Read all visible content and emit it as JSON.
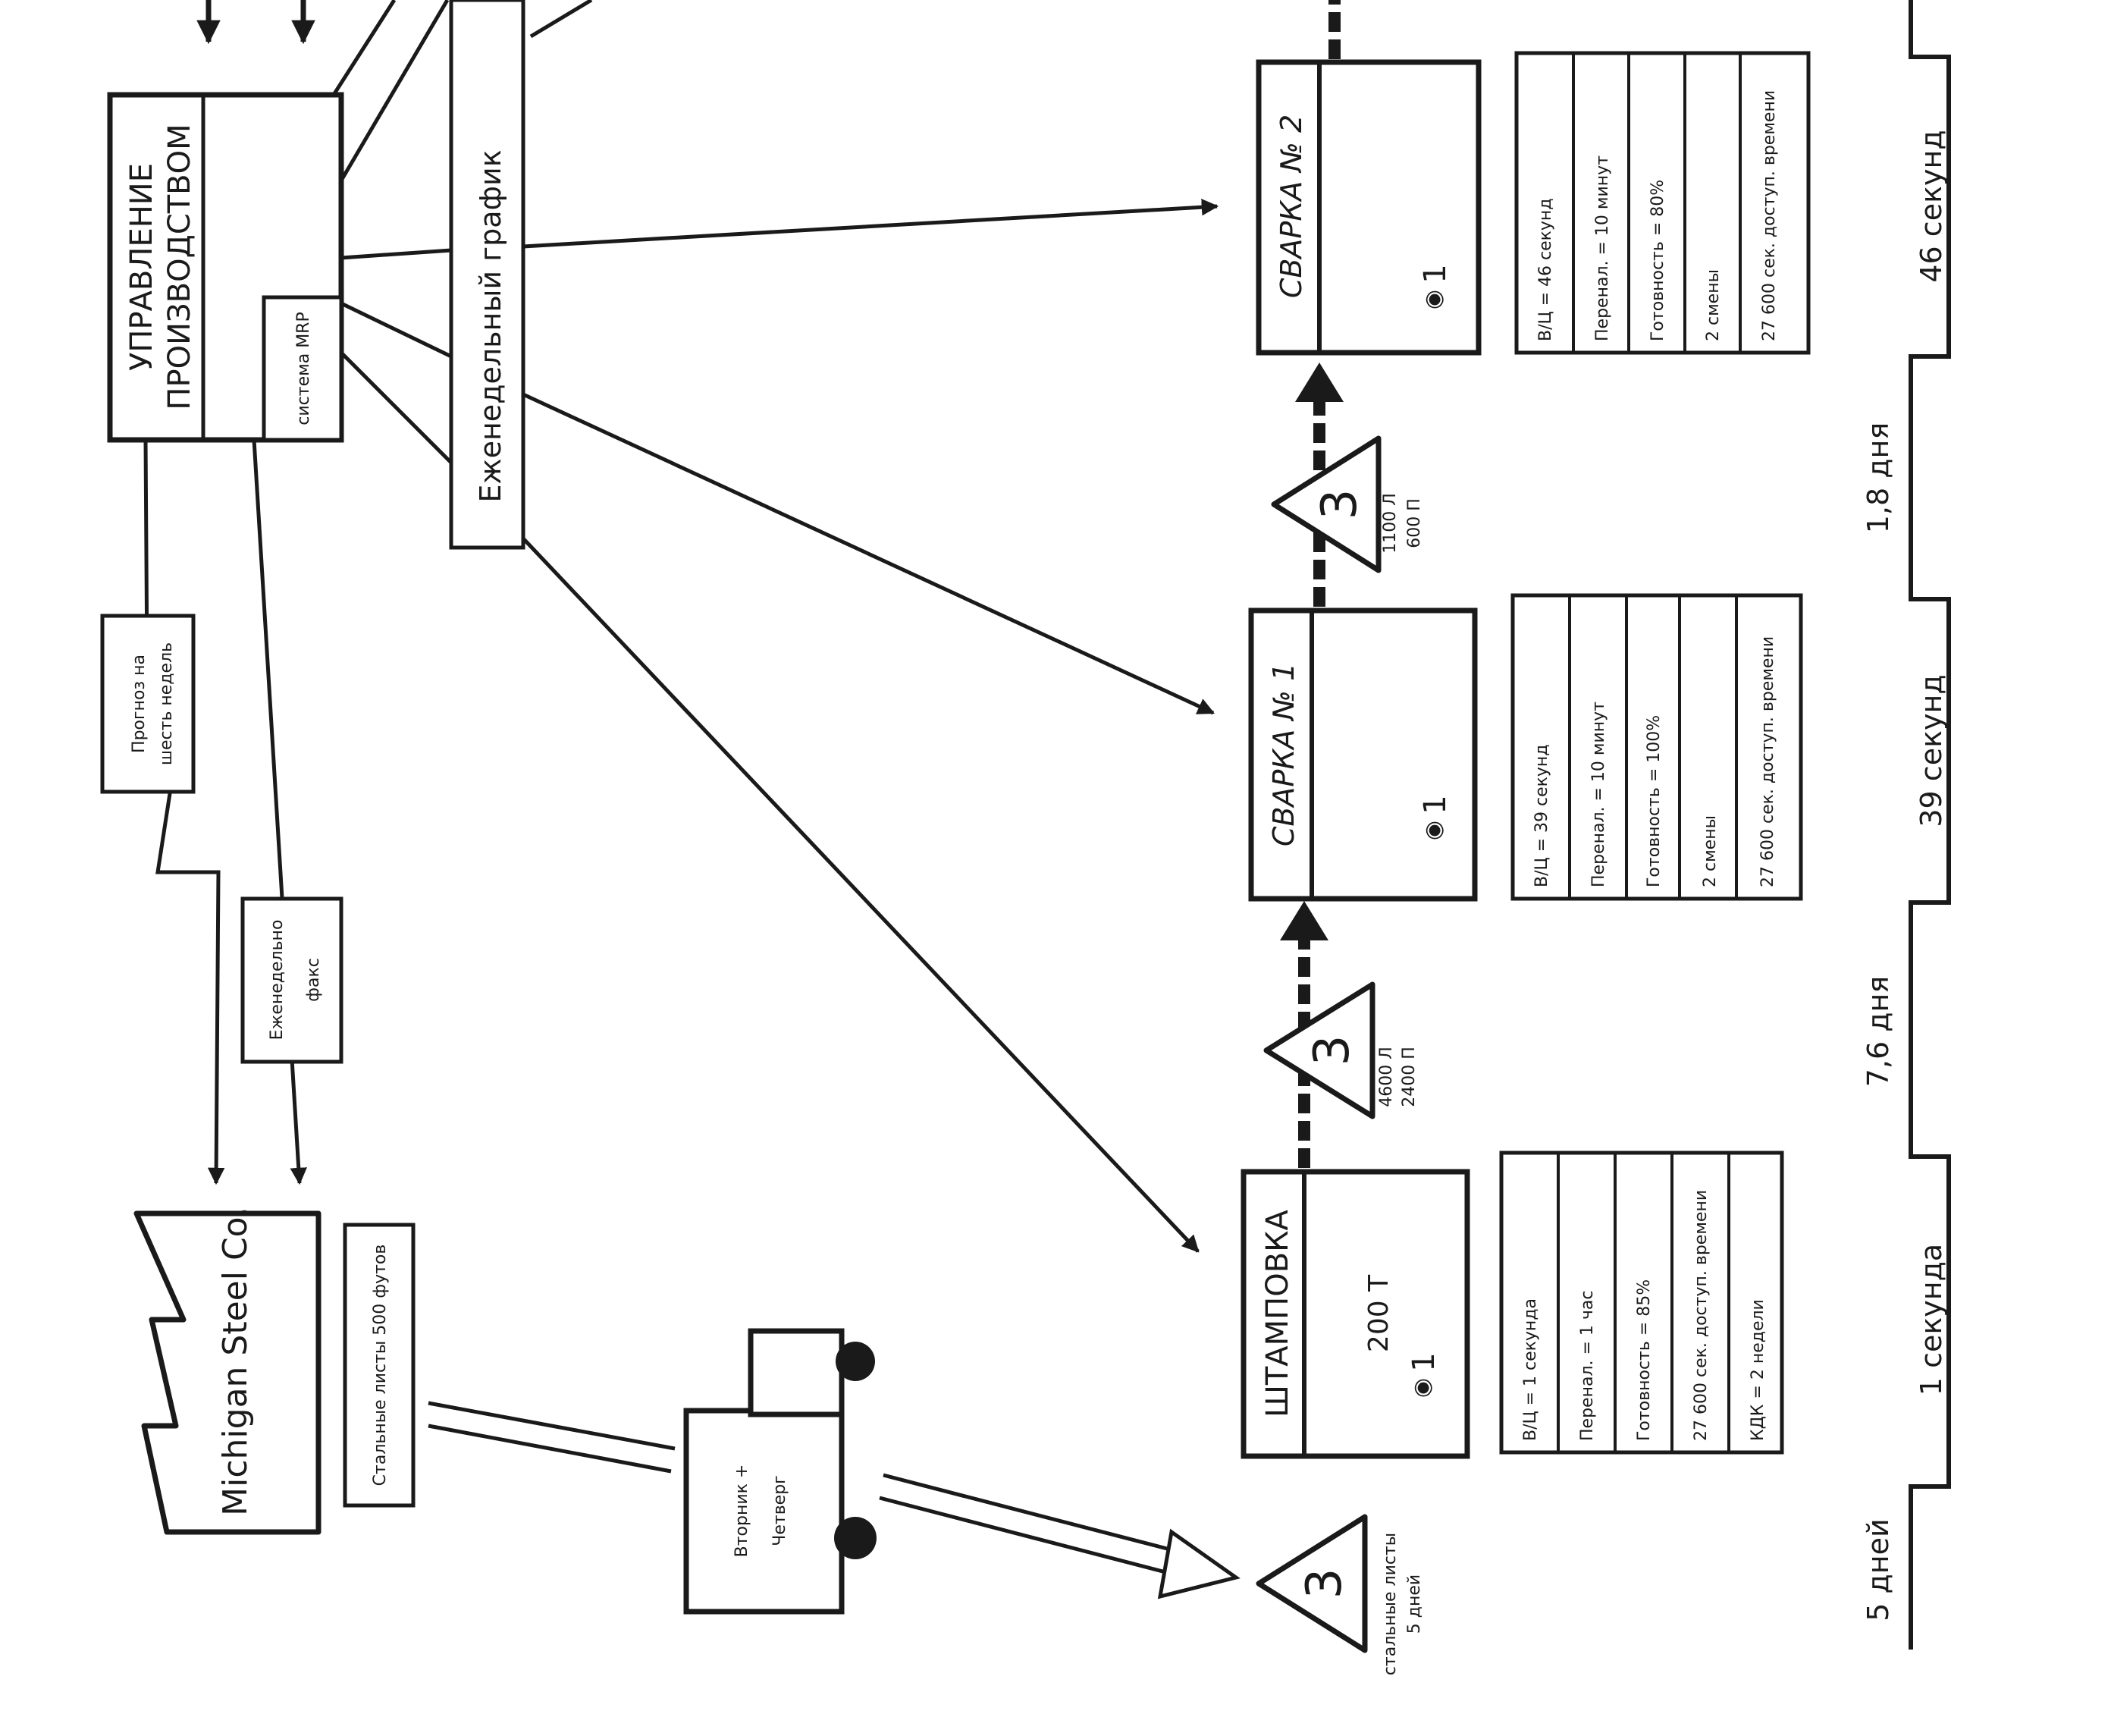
{
  "production_control": {
    "title_line1": "УПРАВЛЕНИЕ",
    "title_line2": "ПРОИЗВОДСТВОМ",
    "mrp_label": "система MRP"
  },
  "weekly_schedule": "Еженедельный график",
  "forecast": {
    "line1": "Прогноз на",
    "line2": "шесть недель"
  },
  "weekly_fax": {
    "line1": "Еженедельно",
    "line2": "факс"
  },
  "supplier": {
    "name": "Michigan Steel Co.",
    "info": "Стальные листы 500 футов"
  },
  "truck": {
    "line1": "Вторник +",
    "line2": "Четверг"
  },
  "raw_inventory": {
    "symbol": "3",
    "line1": "стальные листы",
    "line2": "5 дней"
  },
  "processes": [
    {
      "name": "ШТАМПОВКА",
      "body_text": "200 Т",
      "operators": "1",
      "data": [
        "В/Ц = 1 секунда",
        "Перенал. = 1 час",
        "Готовность = 85%",
        "27 600 сек. доступ. времени",
        "КДК = 2 недели"
      ]
    },
    {
      "name": "СВАРКА № 1",
      "body_text": "",
      "operators": "1",
      "data": [
        "В/Ц = 39 секунд",
        "Перенал. = 10 минут",
        "Готовность = 100%",
        "2 смены",
        "27 600 сек. доступ. времени"
      ]
    },
    {
      "name": "СВАРКА № 2",
      "body_text": "",
      "operators": "1",
      "data": [
        "В/Ц = 46 секунд",
        "Перенал. = 10 минут",
        "Готовность = 80%",
        "2 смены",
        "27 600 сек. доступ. времени"
      ]
    }
  ],
  "inventories": [
    {
      "symbol": "3",
      "line1": "4600 Л",
      "line2": "2400 П"
    },
    {
      "symbol": "3",
      "line1": "1100 Л",
      "line2": "600 П"
    }
  ],
  "timeline": {
    "lead_times": [
      "5 дней",
      "7,6 дня",
      "1,8 дня"
    ],
    "process_times": [
      "1 секунда",
      "39 секунд",
      "46 секунд"
    ]
  }
}
